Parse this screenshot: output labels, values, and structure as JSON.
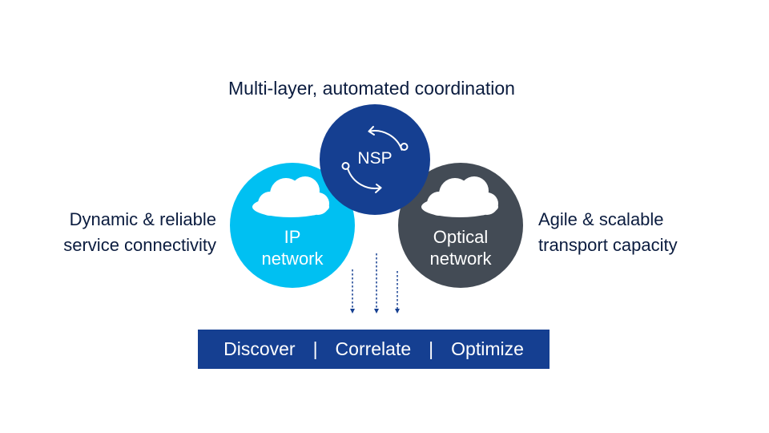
{
  "title": "Multi-layer, automated coordination",
  "left_label": {
    "line1": "Dynamic & reliable",
    "line2": "service connectivity"
  },
  "right_label": {
    "line1": "Agile &  scalable",
    "line2": "transport capacity"
  },
  "circles": {
    "nsp": {
      "label": "NSP",
      "color": "#153f91"
    },
    "ip": {
      "line1": "IP",
      "line2": "network",
      "color": "#00c0f2"
    },
    "optical": {
      "line1": "Optical",
      "line2": "network",
      "color": "#434b55"
    }
  },
  "actions": {
    "items": [
      "Discover",
      "Correlate",
      "Optimize"
    ],
    "separator": "|",
    "color": "#153f91"
  },
  "icons": {
    "cloud": "cloud-icon",
    "cycle": "cycle-arrows-icon",
    "arrow": "dotted-down-arrow-icon"
  },
  "text_color": "#0b1c3f"
}
